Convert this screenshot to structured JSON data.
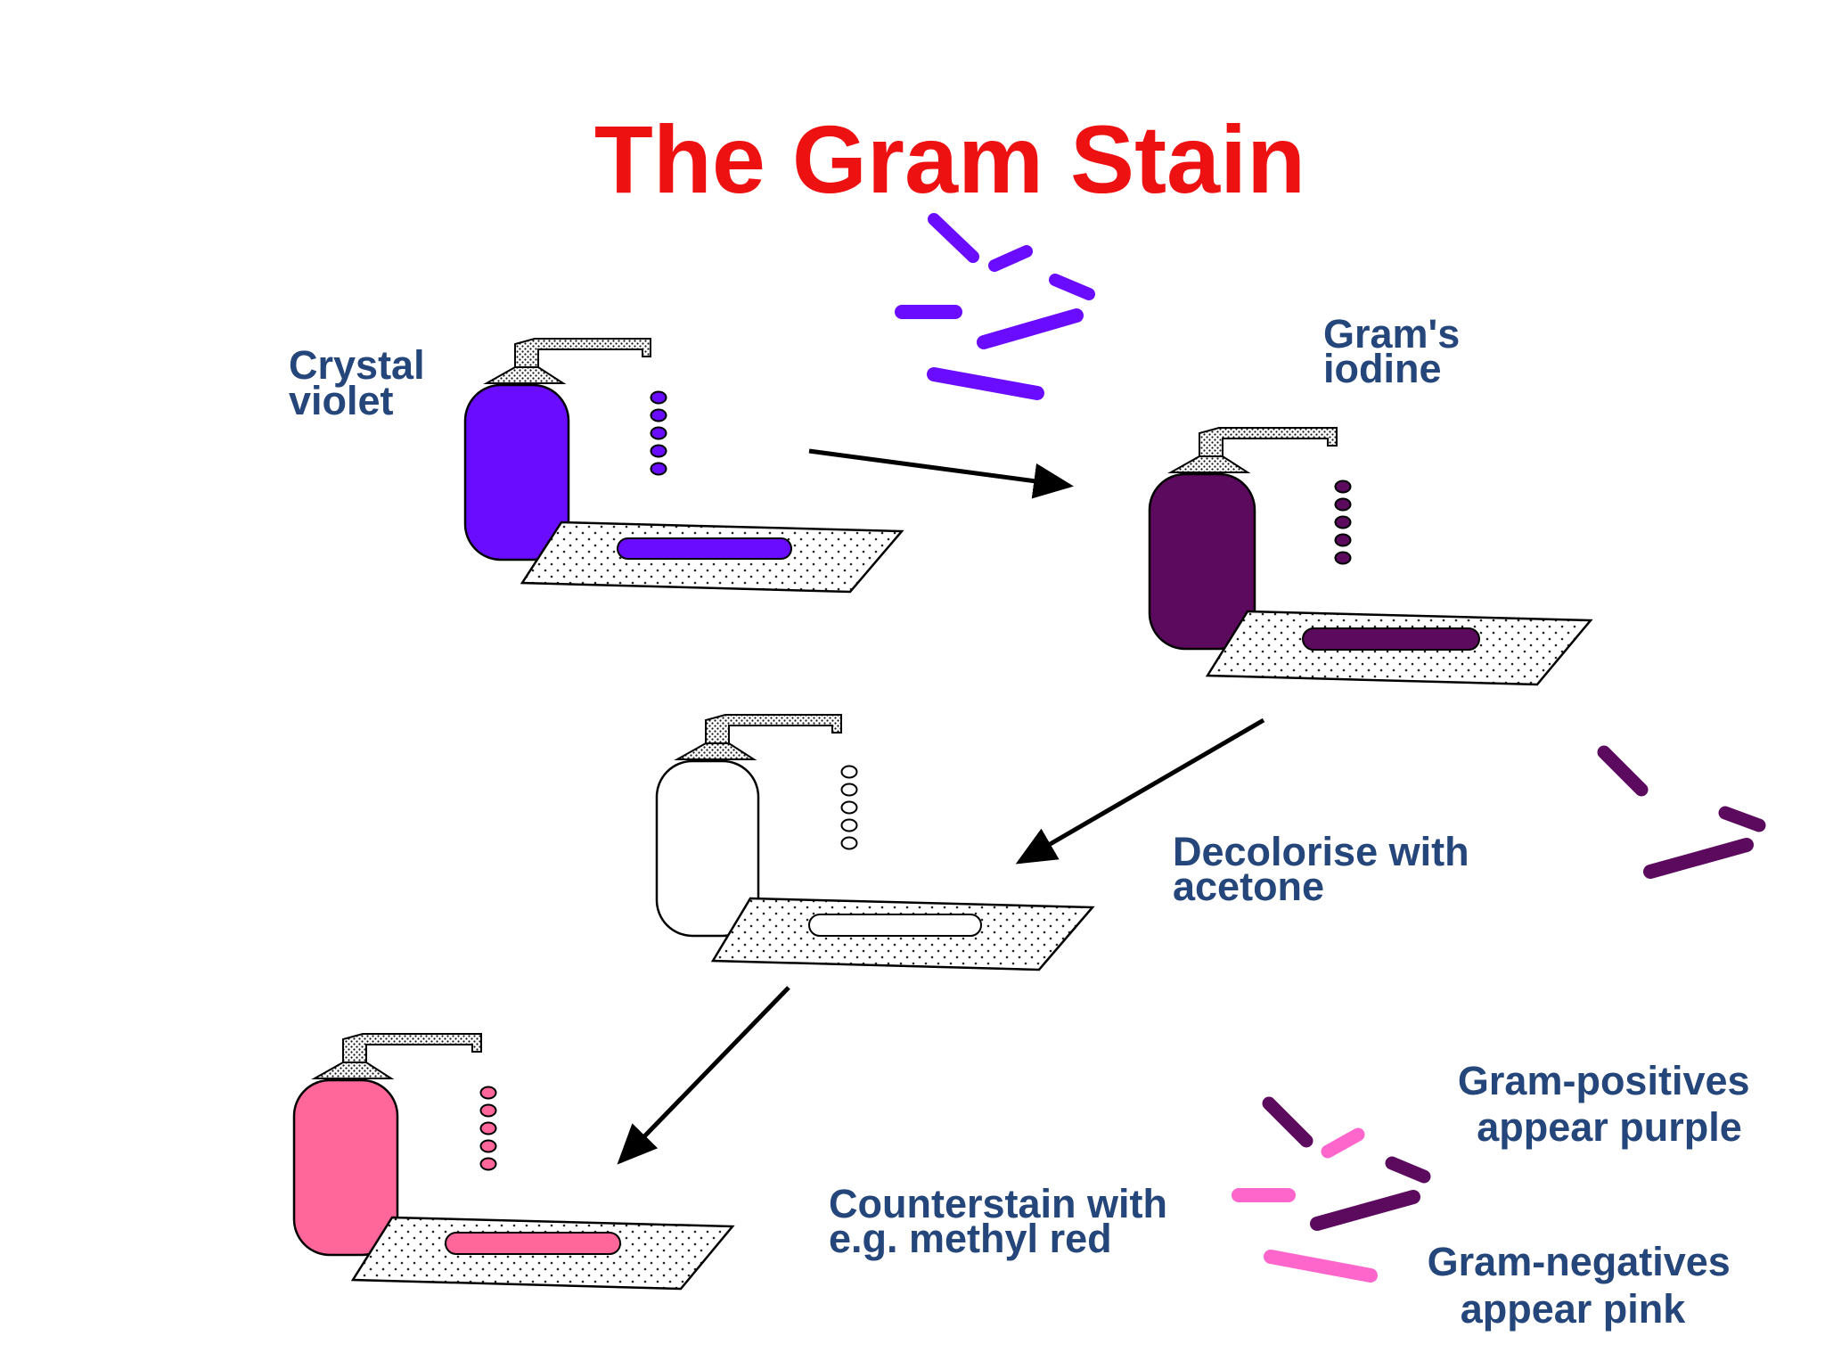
{
  "title": "The Gram Stain",
  "title_color": "#ee1111",
  "label_color": "#24467a",
  "colors": {
    "crystal_violet": "#6a0cff",
    "iodine": "#5c0a5e",
    "acetone": "#ffffff",
    "counterstain": "#ff6699",
    "gram_positive": "#5c0a5e",
    "gram_negative": "#ff66cc"
  },
  "steps": [
    {
      "label_lines": [
        "Crystal",
        "violet"
      ]
    },
    {
      "label_lines": [
        "Gram's",
        "iodine"
      ]
    },
    {
      "label_lines": [
        "Decolorise with",
        "acetone"
      ]
    },
    {
      "label_lines": [
        "Counterstain with",
        "e.g. methyl red"
      ]
    }
  ],
  "legend": {
    "positive_lines": [
      "Gram-positives",
      "appear purple"
    ],
    "negative_lines": [
      "Gram-negatives",
      "appear pink"
    ]
  }
}
